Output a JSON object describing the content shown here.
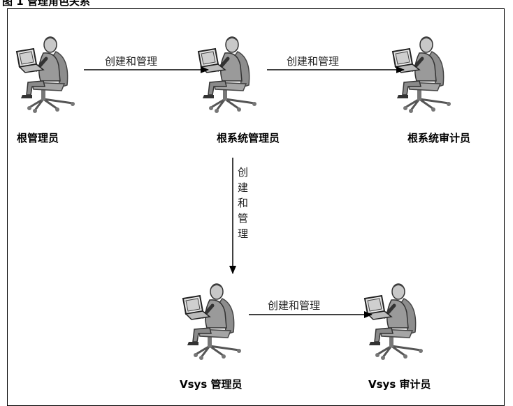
{
  "caption": "图 1 管理角色关系",
  "roles": {
    "root_admin": "根管理员",
    "root_system_admin": "根系统管理员",
    "root_system_auditor": "根系统审计员",
    "vsys_admin": "Vsys 管理员",
    "vsys_auditor": "Vsys 审计员"
  },
  "relation_label": "创建和管理",
  "relation_label_vertical": [
    "创",
    "建",
    "和",
    "管",
    "理"
  ],
  "colors": {
    "line": "#000000",
    "figure_gray": "#9a9a9a",
    "figure_dark": "#555555",
    "screen": "#e6e6e6"
  },
  "icon": "user-at-laptop-icon"
}
